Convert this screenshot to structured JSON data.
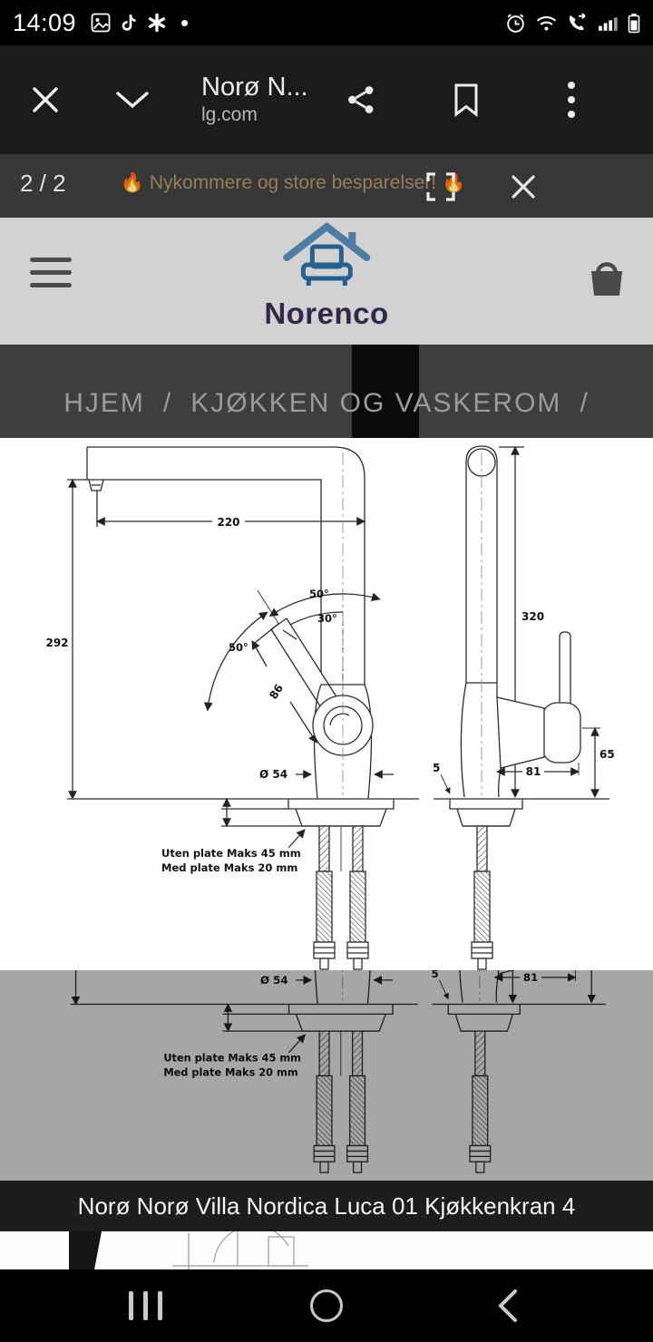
{
  "status_bar": {
    "time": "14:09"
  },
  "viewer_header": {
    "title": "Norø N...",
    "url": "lg.com"
  },
  "image_toolbar": {
    "counter": "2 / 2"
  },
  "promo_banner": {
    "text": "🔥 Nykommere og store besparelser! 🔥"
  },
  "site_header": {
    "logo_text": "Norenco"
  },
  "breadcrumb": {
    "home": "HJEM",
    "sep1": "/",
    "category": "KJØKKEN OG VASKEROM",
    "sep2": "/"
  },
  "drawing": {
    "labels": {
      "width_top": "220",
      "height_left": "292",
      "height_right": "320",
      "angle_upper": "50°",
      "angle_mid": "30°",
      "angle_lower": "50°",
      "handle_length": "86",
      "diameter": "Ø 54",
      "gap": "5",
      "depth": "81",
      "handle_height": "65",
      "note_line1": "Uten plate Maks 45 mm",
      "note_line2": "Med plate Maks 20 mm"
    }
  },
  "caption": {
    "text": "Norø Norø Villa Nordica Luca 01 Kjøkkenkran 4"
  }
}
